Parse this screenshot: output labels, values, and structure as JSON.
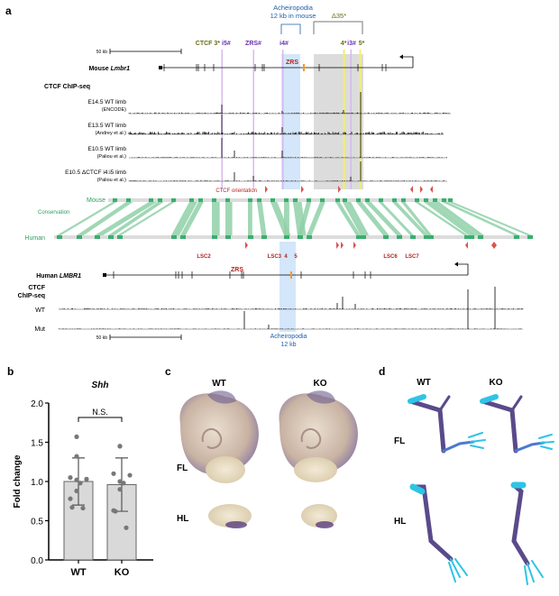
{
  "panel_a": {
    "label": "a",
    "acheiropodia_top": [
      "Acheiropodia",
      "12 kb in mouse"
    ],
    "delta35": "Δ35*",
    "ctcf3": "CTCF 3*",
    "i5": "i5#",
    "zrs_hash": "ZRS#",
    "i4": "i4#",
    "s4": "4*",
    "i3": "i3#",
    "s5": "5*",
    "scale_top": "50 kb",
    "mouse_gene_prefix": "Mouse ",
    "mouse_gene": "Lmbr1",
    "zrs": "ZRS",
    "chip_title": "CTCF ChIP-seq",
    "tracks": [
      {
        "line1": "E14.5 WT limb",
        "line2": "(ENCODE)"
      },
      {
        "line1": "E13.5 WT limb",
        "line2": "(Andrey et al.)"
      },
      {
        "line1": "E10.5 WT limb",
        "line2": "(Paliou et al.)"
      },
      {
        "line1": "E10.5 ΔCTCF i4:i5 limb",
        "line2": "(Paliou et al.)"
      }
    ],
    "ctcf_orientation": "CTCF orientation",
    "mouse_label": "Mouse",
    "conservation_label": "Conservation",
    "human_label": "Human",
    "lsc": [
      "LSC2",
      "LSC3",
      "4",
      "5",
      "LSC6",
      "LSC7"
    ],
    "human_gene_prefix": "Human ",
    "human_gene": "LMBR1",
    "human_chip": [
      "CTCF",
      "ChIP-seq"
    ],
    "human_tracks": [
      "WT",
      "Mut"
    ],
    "scale_bottom": "50 kb",
    "acheiropodia_bottom": [
      "Acheiropodia",
      "12 kb"
    ],
    "colors": {
      "blue": "#1f5fa8",
      "olive": "#6b6b14",
      "purple": "#6b2fb0",
      "red": "#b22222",
      "green": "#2e9e62"
    }
  },
  "panel_c": {
    "label": "c",
    "wt": "WT",
    "ko": "KO",
    "fl": "FL",
    "hl": "HL"
  },
  "panel_d": {
    "label": "d",
    "wt": "WT",
    "ko": "KO",
    "fl": "FL",
    "hl": "HL"
  },
  "chart_data": {
    "type": "bar",
    "panel_label": "b",
    "title": "Shh",
    "ylabel": "Fold change",
    "xlabel": "",
    "categories": [
      "WT",
      "KO"
    ],
    "values": [
      1.0,
      0.96
    ],
    "error_sd": [
      0.3,
      0.34
    ],
    "points": [
      [
        1.57,
        1.32,
        1.05,
        1.03,
        1.02,
        0.98,
        0.88,
        0.78,
        0.67,
        0.66
      ],
      [
        1.45,
        1.45,
        1.1,
        1.08,
        1.0,
        0.98,
        0.9,
        0.63,
        0.62,
        0.41
      ]
    ],
    "ylim": [
      0,
      2.0
    ],
    "yticks": [
      "0.0",
      "0.5",
      "1.0",
      "1.5",
      "2.0"
    ],
    "annotation": "N.S."
  }
}
